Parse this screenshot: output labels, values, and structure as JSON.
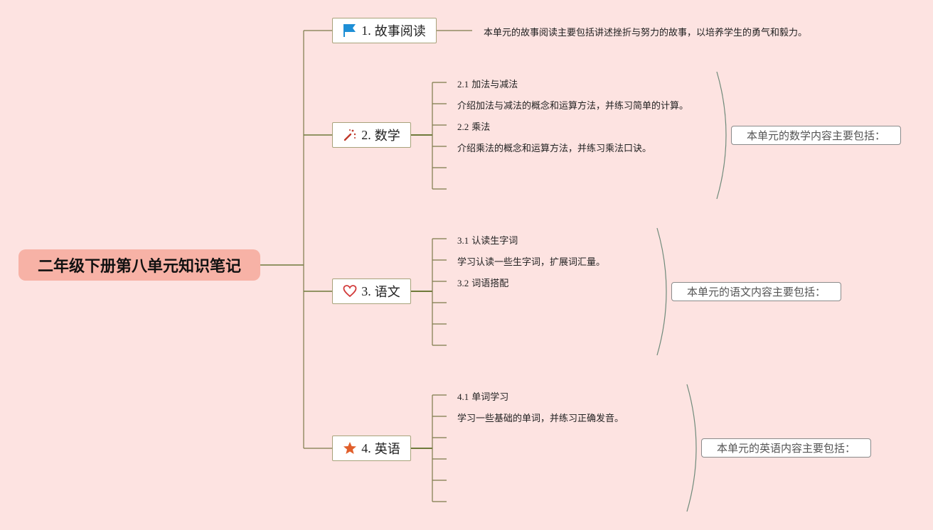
{
  "title": "二年级下册第八单元知识笔记",
  "colors": {
    "background": "#fde3e1",
    "root": "#f7b2a6",
    "line": "#6e7a3a",
    "flag": "#1e8fd6",
    "heart": "#d23b3b",
    "star": "#e15f2b"
  },
  "branches": [
    {
      "num": "1.",
      "label": "故事阅读",
      "icon": "flag-icon",
      "description": "本单元的故事阅读主要包括讲述挫折与努力的故事，以培养学生的勇气和毅力。"
    },
    {
      "num": "2.",
      "label": "数学",
      "icon": "magic-wand-icon",
      "summary": "本单元的数学内容主要包括：",
      "items": [
        {
          "num": "2.1",
          "text": "加法与减法"
        },
        {
          "num": "",
          "text": "介绍加法与减法的概念和运算方法，并练习简单的计算。"
        },
        {
          "num": "2.2",
          "text": "乘法"
        },
        {
          "num": "",
          "text": "介绍乘法的概念和运算方法，并练习乘法口诀。"
        }
      ]
    },
    {
      "num": "3.",
      "label": "语文",
      "icon": "heart-icon",
      "summary": "本单元的语文内容主要包括：",
      "items": [
        {
          "num": "3.1",
          "text": "认读生字词"
        },
        {
          "num": "",
          "text": "学习认读一些生字词，扩展词汇量。"
        },
        {
          "num": "3.2",
          "text": "词语搭配"
        }
      ]
    },
    {
      "num": "4.",
      "label": "英语",
      "icon": "star-icon",
      "summary": "本单元的英语内容主要包括：",
      "items": [
        {
          "num": "4.1",
          "text": "单词学习"
        },
        {
          "num": "",
          "text": "学习一些基础的单词，并练习正确发音。"
        }
      ]
    }
  ]
}
